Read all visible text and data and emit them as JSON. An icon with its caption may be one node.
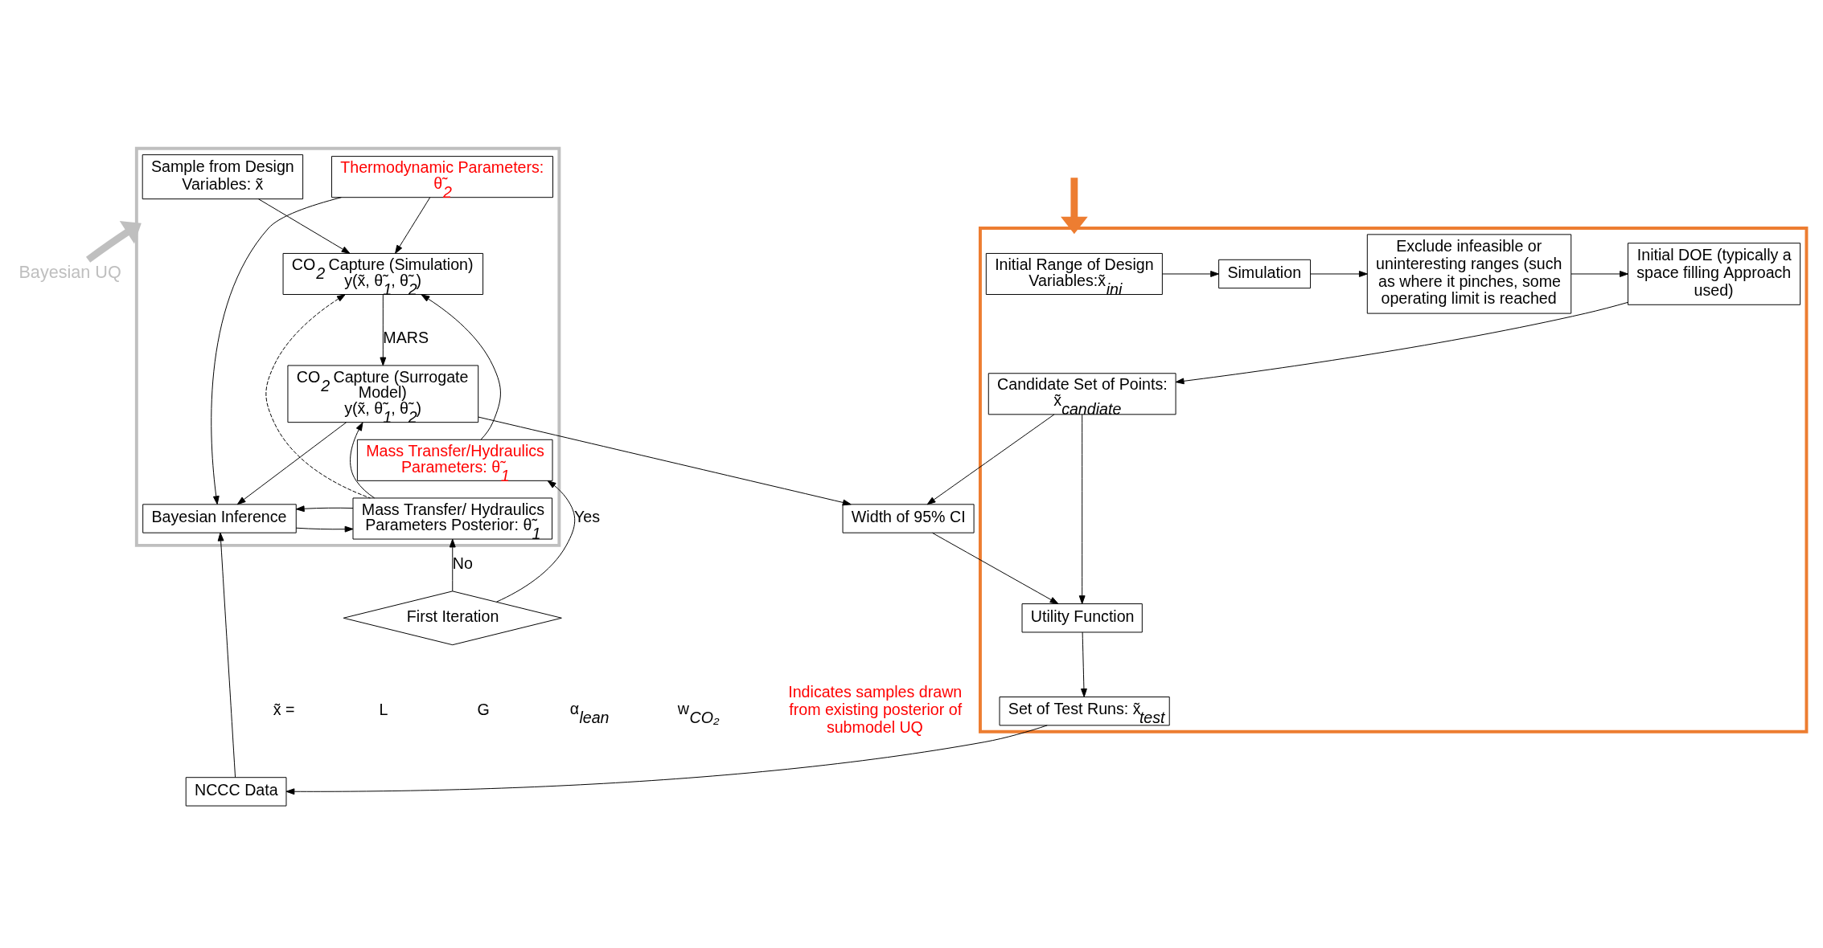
{
  "diagram": {
    "nodes": [
      {
        "text": [],
        "shape": "box"
      },
      {
        "text": [
          "Initial Range of Design Variables:x̃$_{ini}$"
        ],
        "in": 0
      },
      {
        "text": [
          "Simulation"
        ],
        "in": 0
      },
      {
        "text": [
          "Exclude infeasible or uninteresting ranges (such as where it pinches, some operating limit is reached"
        ],
        "in": 0
      },
      {
        "text": [
          "Initial DOE (typically a space filling Approach used)"
        ],
        "in": 0
      },
      {
        "text": [
          "Candidate Set of Points: x̃$_{candiate}$"
        ],
        "in": 0
      },
      {
        "text": [
          "Utility Function"
        ],
        "in": 0
      },
      {
        "text": [
          "Set of Test Runs: x̃$_{test}$"
        ],
        "in": 0
      },
      {
        "text": [],
        "shape": "box"
      },
      {
        "text": [
          "Sample from Design Variables: x̃"
        ],
        "in": 8
      },
      {
        "text": [
          "Thermodynamic Parameters: θ̃$_{2}$"
        ],
        "in": 8
      },
      {
        "text": [
          "CO$_{2}$ Capture (Simulation)",
          "y(x̃, θ̃$_{1}$, θ̃$_{2}$)"
        ],
        "in": 8
      },
      {
        "text": [
          "CO$_{2}$ Capture (Surrogate Model)",
          "y(x̃, θ̃$_{1}$, θ̃$_{2}$)"
        ],
        "in": 8
      },
      {
        "text": [
          "Width of 95% CI"
        ]
      },
      {
        "text": [
          "Mass Transfer/Hydraulics Parameters: θ̃$_{1}$"
        ],
        "in": 8
      },
      {
        "text": [
          "Mass Transfer/ Hydraulics Parameters Posterior: θ̃$_{1}$"
        ],
        "in": 8
      },
      {
        "text": [
          "Bayesian Inference"
        ],
        "in": 8
      },
      {
        "text": [
          "First Iteration"
        ]
      },
      {
        "text": [
          "NCCC Data"
        ]
      },
      {
        "text": [
          "Bayesian UQ"
        ]
      }
    ],
    "edges": [
      {
        "from": null,
        "to": 0,
        "arrow": "to",
        "style": "thick",
        "color": "#ed7d31"
      },
      {
        "from": 1,
        "to": 2,
        "arrow": "to"
      },
      {
        "from": 2,
        "to": 3,
        "arrow": "to"
      },
      {
        "from": 3,
        "to": 4,
        "arrow": "to"
      },
      {
        "from": 4,
        "to": 5,
        "arrow": "to"
      },
      {
        "from": 5,
        "to": 6,
        "arrow": "to"
      },
      {
        "from": 6,
        "to": 7,
        "arrow": "to"
      },
      {
        "from": 5,
        "to": 13,
        "arrow": "to"
      },
      {
        "from": 9,
        "to": 11,
        "arrow": "to"
      },
      {
        "from": 10,
        "to": 11,
        "arrow": "to"
      },
      {
        "from": 10,
        "to": 16,
        "arrow": "to"
      },
      {
        "from": 11,
        "to": 12,
        "arrow": "to",
        "label": "MARS"
      },
      {
        "from": 12,
        "to": 13,
        "arrow": "to"
      },
      {
        "from": 13,
        "to": 6,
        "arrow": "to"
      },
      {
        "from": 12,
        "to": 16,
        "arrow": "to"
      },
      {
        "from": 16,
        "to": 15,
        "arrow": "to"
      },
      {
        "from": 15,
        "to": 12,
        "arrow": "to"
      },
      {
        "from": 15,
        "to": 11,
        "arrow": "to",
        "style": "dashed"
      },
      {
        "from": 15,
        "to": 16,
        "arrow": "to"
      },
      {
        "from": 14,
        "to": 11,
        "arrow": "to"
      },
      {
        "from": 17,
        "to": 14,
        "arrow": "to",
        "label": "Yes"
      },
      {
        "from": 17,
        "to": 15,
        "arrow": "to",
        "label": "No"
      },
      {
        "from": 18,
        "to": 16,
        "arrow": "to"
      },
      {
        "from": 7,
        "to": 18,
        "arrow": "to"
      },
      {
        "from": 19,
        "to": 8,
        "arrow": "to",
        "style": "thick",
        "color": "#bfbfbf"
      }
    ],
    "labels": [
      "x̃ =",
      "L",
      "G",
      "α$_{lean}$",
      "w$_{CO₂}$",
      "Indicates samples drawn from existing posterior of submodel UQ"
    ]
  }
}
